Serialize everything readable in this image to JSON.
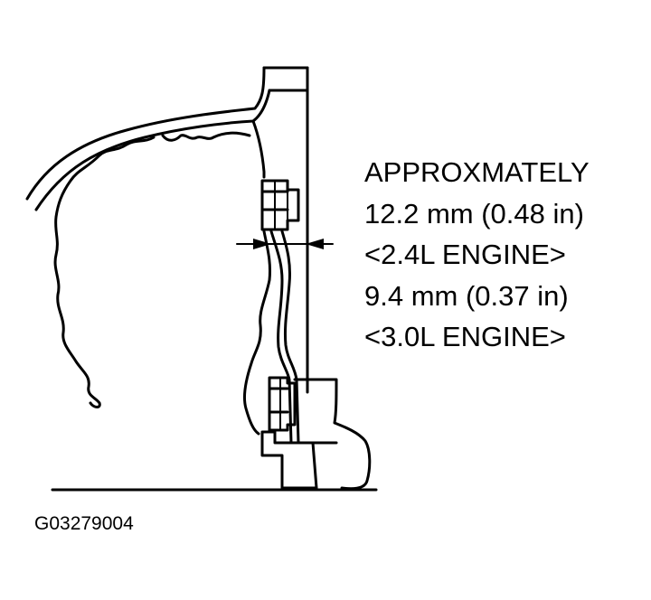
{
  "callout": {
    "line1": "APPROXMATELY",
    "line2": "12.2 mm (0.48 in)",
    "line3": "<2.4L ENGINE>",
    "line4": "9.4 mm (0.37 in)",
    "line5": "<3.0L ENGINE>"
  },
  "figure_id": "G03279004",
  "colors": {
    "ink": "#000000",
    "paper": "#ffffff"
  }
}
